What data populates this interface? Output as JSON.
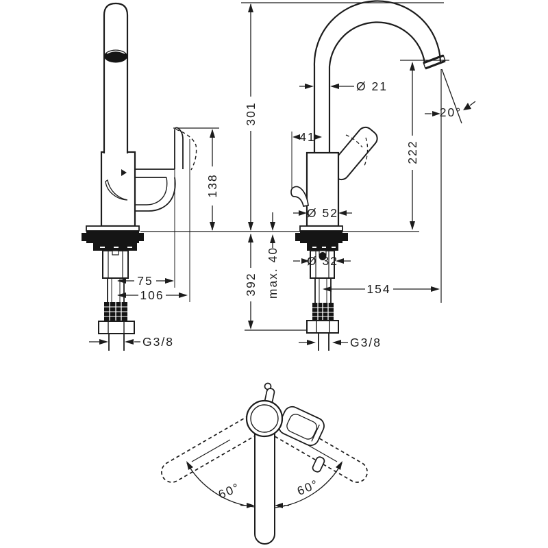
{
  "page": {
    "background": "#ffffff",
    "ink": "#1c1c1c"
  },
  "drawing": {
    "type": "technical-dimension-drawing",
    "subject": "Single-lever swivel-spout mixer faucet: side view, front view and top swivel-range view",
    "views": {
      "side_view": {
        "dimensions": {
          "handle_height": "138",
          "offset_1": "75",
          "offset_2": "106",
          "supply_thread": "G3/8"
        }
      },
      "front_view": {
        "dimensions": {
          "total_height": "301",
          "spout_tube_diameter": "Ø 21",
          "outlet_angle": "20°",
          "spout_height": "222",
          "handle_offset": "41",
          "body_diameter": "Ø 52",
          "shank_diameter": "Ø 32",
          "max_mounting_thickness": "max. 40",
          "below_deck_length": "392",
          "spout_reach": "154",
          "supply_thread": "G3/8"
        }
      },
      "top_view": {
        "dimensions": {
          "swivel_left": "60°",
          "swivel_right": "60°"
        }
      }
    }
  },
  "labels": {
    "d301": "301",
    "d392": "392",
    "dmax40": "max. 40",
    "d138": "138",
    "d75": "75",
    "d106": "106",
    "g38_left": "G3/8",
    "d21": "Ø 21",
    "d41": "41",
    "d52": "Ø 52",
    "d32": "Ø 32",
    "d222": "222",
    "d20": "20°",
    "d154": "154",
    "g38_right": "G3/8",
    "d60_left": "60°",
    "d60_right": "60°"
  }
}
